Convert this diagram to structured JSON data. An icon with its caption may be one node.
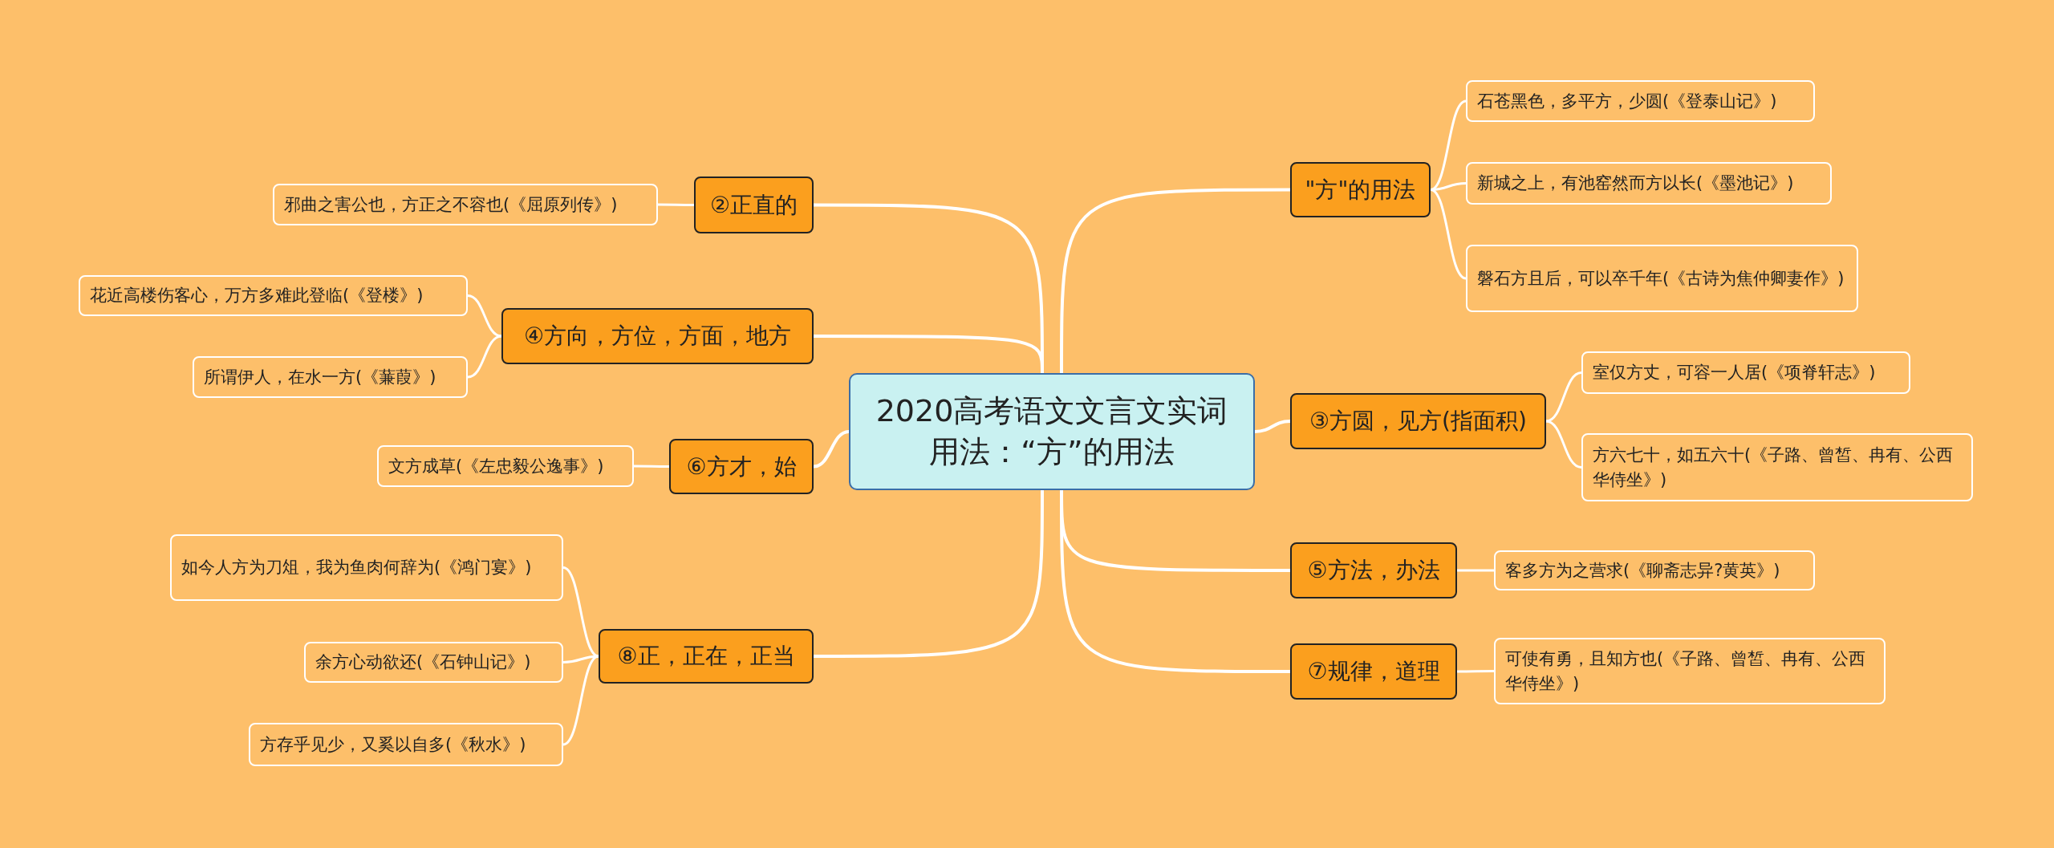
{
  "diagram": {
    "nodes": [
      {
        "text": [
          "2020高考语文文言文实词用法：“方”的用法"
        ]
      },
      {
        "text": [
          "\"方\"的用法"
        ]
      },
      {
        "text": [
          "石苍黑色，多平方，少圆(《登泰山记》)"
        ]
      },
      {
        "text": [
          "新城之上，有池窑然而方以长(《墨池记》)"
        ]
      },
      {
        "text": [
          "磐石方且后，可以卒千年(《古诗为焦仲卿妻作》)"
        ]
      },
      {
        "text": [
          "②正直的"
        ]
      },
      {
        "text": [
          "邪曲之害公也，方正之不容也(《屈原列传》)"
        ]
      },
      {
        "text": [
          "③方圆，见方(指面积)"
        ]
      },
      {
        "text": [
          "室仅方丈，可容一人居(《项脊轩志》)"
        ]
      },
      {
        "text": [
          "方六七十，如五六十(《子路、曾皙、冉有、公西华侍坐》)"
        ]
      },
      {
        "text": [
          "④方向，方位，方面，地方"
        ]
      },
      {
        "text": [
          "花近高楼伤客心，万方多难此登临(《登楼》)"
        ]
      },
      {
        "text": [
          "所谓伊人，在水一方(《蒹葭》)"
        ]
      },
      {
        "text": [
          "⑤方法，办法"
        ]
      },
      {
        "text": [
          "客多方为之营求(《聊斋志异?黄英》)"
        ]
      },
      {
        "text": [
          "⑥方才，始"
        ]
      },
      {
        "text": [
          "文方成草(《左忠毅公逸事》)"
        ]
      },
      {
        "text": [
          "⑦规律，道理"
        ]
      },
      {
        "text": [
          "可使有勇，且知方也(《子路、曾皙、冉有、公西华侍坐》)"
        ]
      },
      {
        "text": [
          "⑧正，正在，正当"
        ]
      },
      {
        "text": [
          "如今人方为刀俎，我为鱼肉何辞为(《鸿门宴》)"
        ]
      },
      {
        "text": [
          "余方心动欲还(《石钟山记》)"
        ]
      },
      {
        "text": [
          "方存乎见少，又奚以自多(《秋水》)"
        ]
      }
    ],
    "edges": [
      {
        "from": 0,
        "to": 1,
        "arrow": "none"
      },
      {
        "from": 1,
        "to": 2,
        "arrow": "none"
      },
      {
        "from": 1,
        "to": 3,
        "arrow": "none"
      },
      {
        "from": 1,
        "to": 4,
        "arrow": "none"
      },
      {
        "from": 0,
        "to": 5,
        "arrow": "none"
      },
      {
        "from": 5,
        "to": 6,
        "arrow": "none"
      },
      {
        "from": 0,
        "to": 7,
        "arrow": "none"
      },
      {
        "from": 7,
        "to": 8,
        "arrow": "none"
      },
      {
        "from": 7,
        "to": 9,
        "arrow": "none"
      },
      {
        "from": 0,
        "to": 10,
        "arrow": "none"
      },
      {
        "from": 10,
        "to": 11,
        "arrow": "none"
      },
      {
        "from": 10,
        "to": 12,
        "arrow": "none"
      },
      {
        "from": 0,
        "to": 13,
        "arrow": "none"
      },
      {
        "from": 13,
        "to": 14,
        "arrow": "none"
      },
      {
        "from": 0,
        "to": 15,
        "arrow": "none"
      },
      {
        "from": 15,
        "to": 16,
        "arrow": "none"
      },
      {
        "from": 0,
        "to": 17,
        "arrow": "none"
      },
      {
        "from": 17,
        "to": 18,
        "arrow": "none"
      },
      {
        "from": 0,
        "to": 19,
        "arrow": "none"
      },
      {
        "from": 19,
        "to": 20,
        "arrow": "none"
      },
      {
        "from": 19,
        "to": 21,
        "arrow": "none"
      },
      {
        "from": 19,
        "to": 22,
        "arrow": "none"
      }
    ]
  }
}
